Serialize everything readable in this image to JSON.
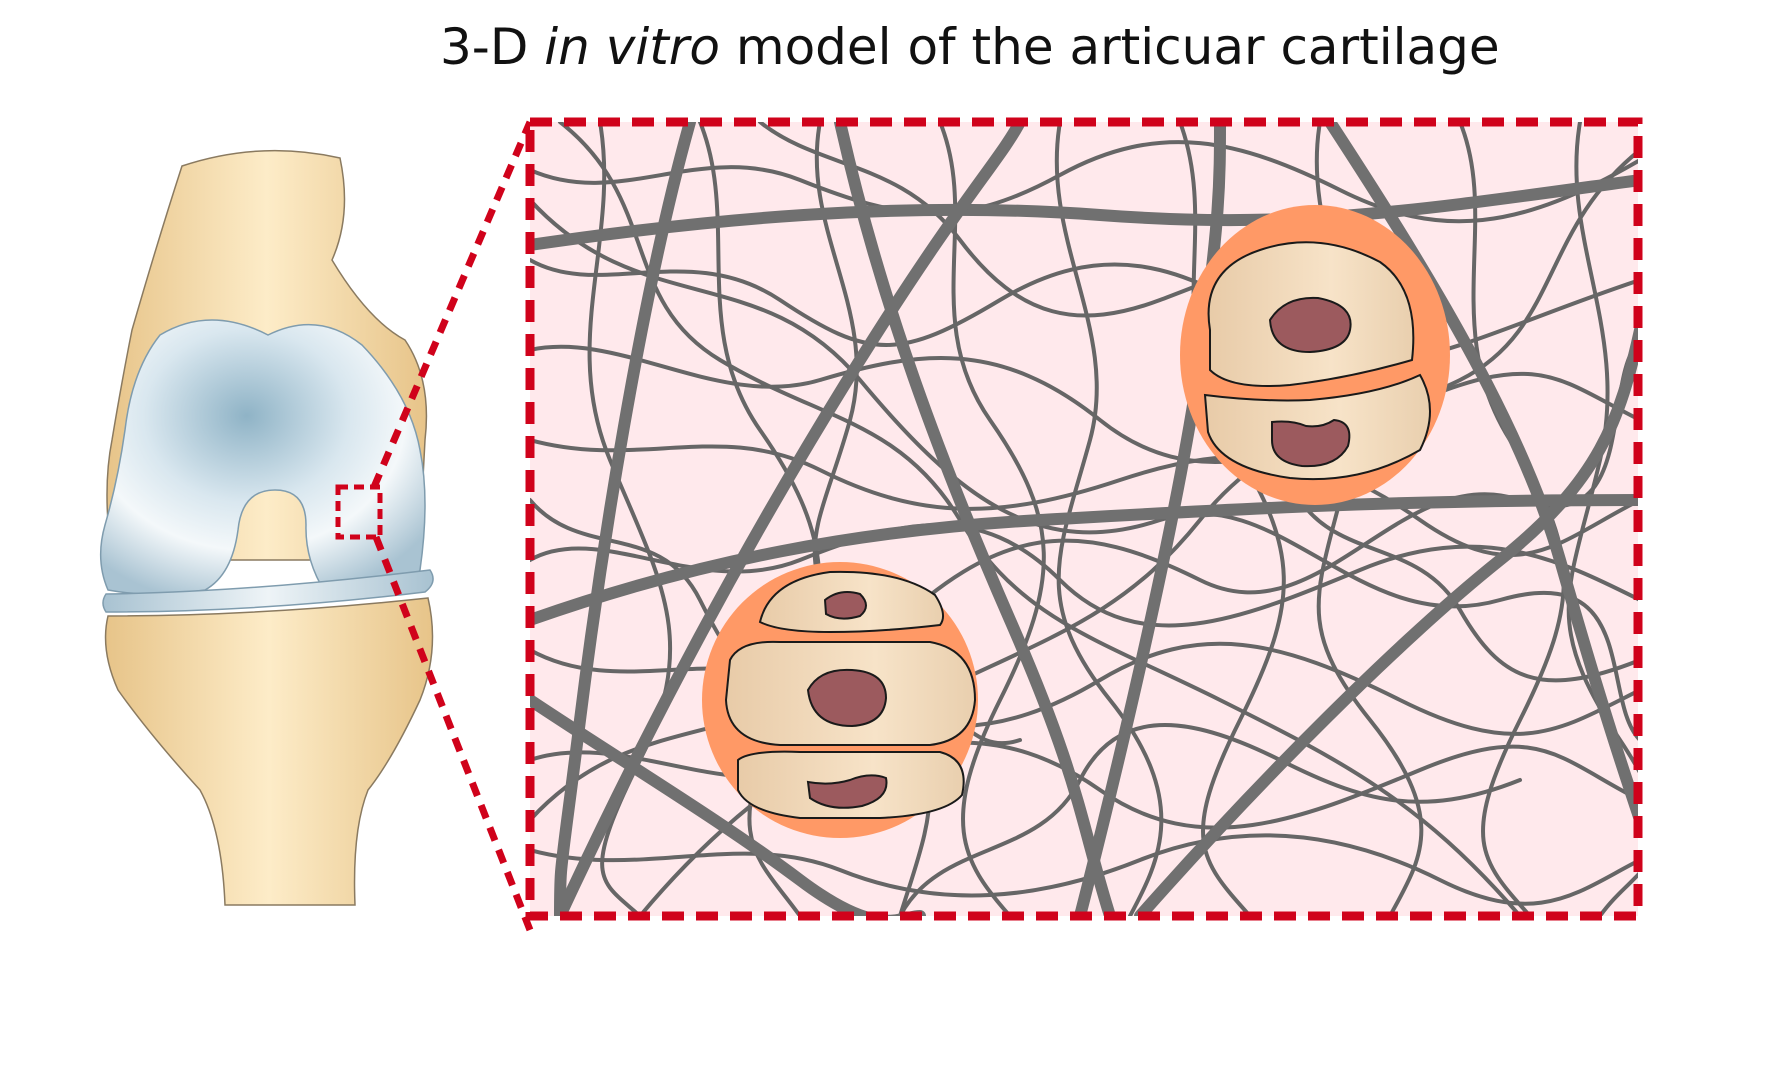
{
  "title": {
    "prefix": "3-D ",
    "italic": "in vitro",
    "suffix": " model of the articuar cartilage"
  },
  "colors": {
    "bone": "#f0d4a2",
    "bone_highlight": "#fdecc8",
    "cartilage": "#b7cfdc",
    "cartilage_highlight": "#f2f7fa",
    "zoom_frame": "#d0021b",
    "matrix_background": "#ffe9ec",
    "fiber": "#707070",
    "lacuna": "#ff9966",
    "cell": "#f2dcbc",
    "nucleus": "#9c5a5e"
  },
  "icons": {
    "knee": "knee-joint-illustration",
    "zoom": "zoom-region-marker",
    "chondrocyte": "chondrocyte-cluster"
  }
}
